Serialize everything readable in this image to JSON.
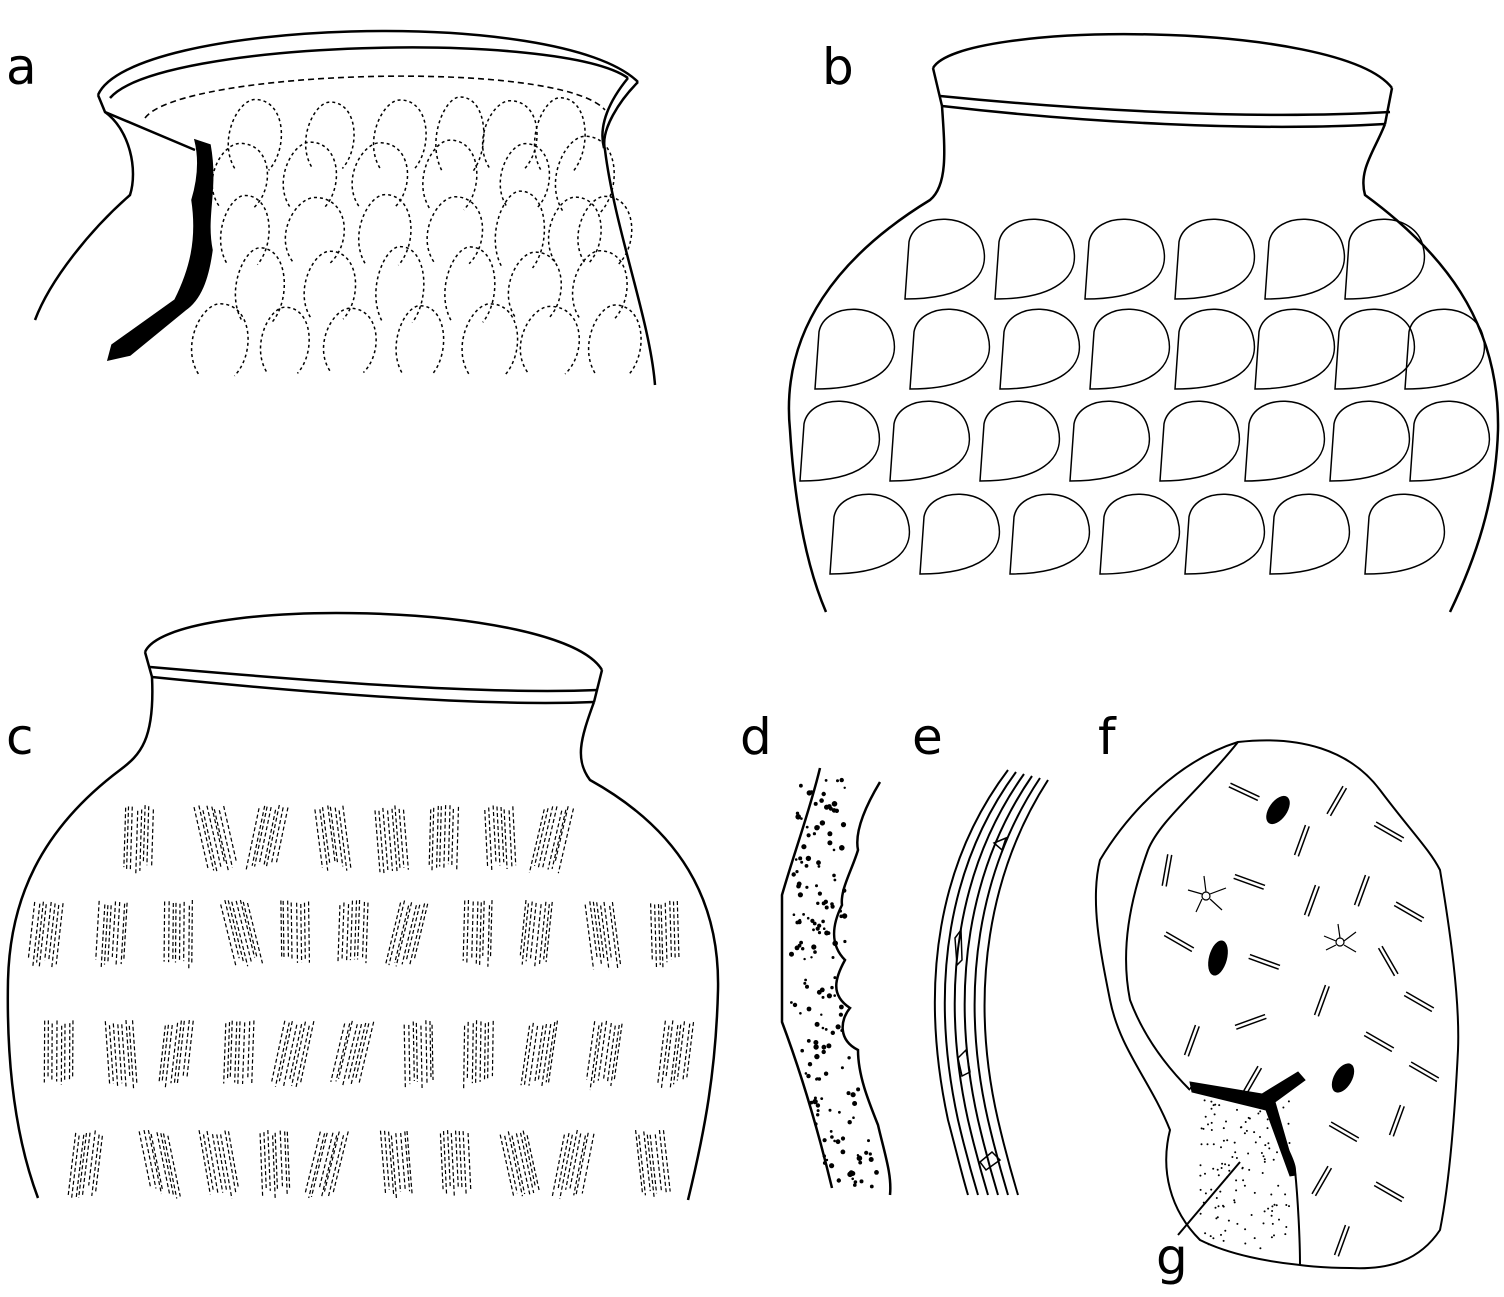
{
  "labels": {
    "a": "a",
    "b": "b",
    "c": "c",
    "d": "d",
    "e": "e",
    "f": "f",
    "g": "g"
  },
  "colors": {
    "ink": "#000000",
    "paper": "#ffffff"
  }
}
